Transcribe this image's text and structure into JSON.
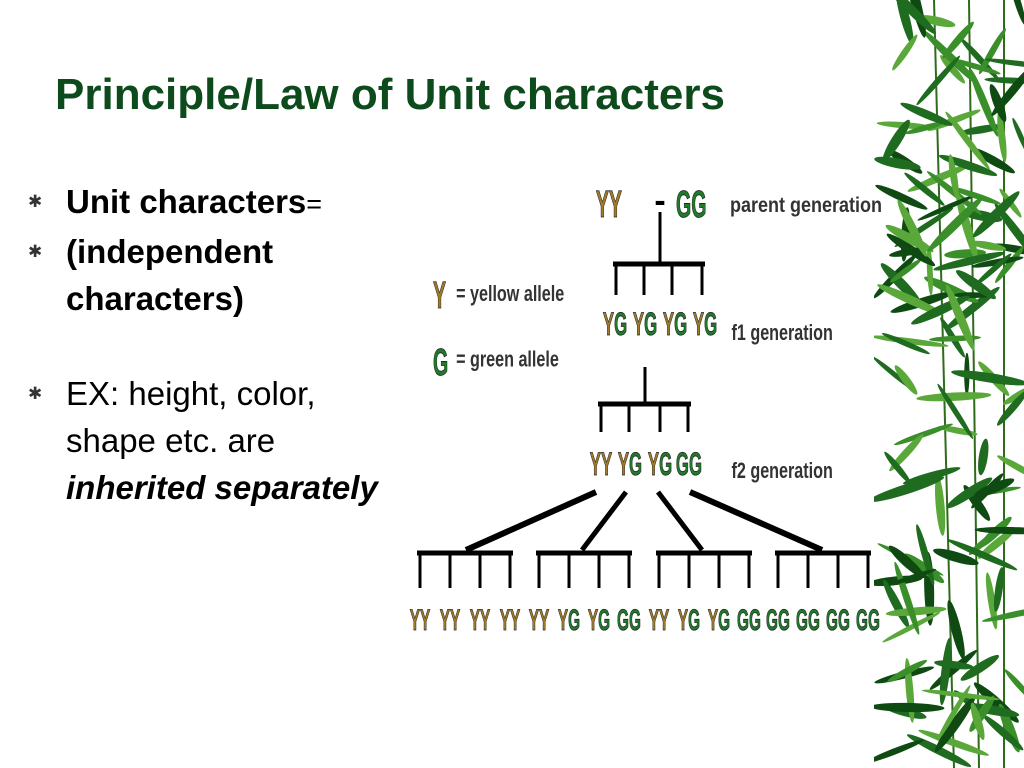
{
  "slide": {
    "title": "Principle/Law of Unit characters",
    "bullets": [
      {
        "label": "Unit characters",
        "suffix": "="
      },
      {
        "label": " (independent characters)"
      },
      {
        "text": " EX: height, color, shape etc. are ",
        "emphasis_1": "inherited",
        "emphasis_2": "separately"
      }
    ],
    "bullet_marker": "✱"
  },
  "diagram": {
    "parent": {
      "left": "YY",
      "dash": "-",
      "right": "GG",
      "label": "parent generation"
    },
    "legend": [
      {
        "letter": "Y",
        "text": "= yellow allele",
        "color": "#a07a2a"
      },
      {
        "letter": "G",
        "text": "= green allele",
        "color": "#1f7a2a"
      }
    ],
    "f1": {
      "offspring": [
        "YG",
        "YG",
        "YG",
        "YG"
      ],
      "label": "f1 generation"
    },
    "f2": {
      "offspring": [
        "YY",
        "YG",
        "YG",
        "GG"
      ],
      "label": "f2 generation"
    },
    "f3_groups": [
      [
        "YY",
        "YY",
        "YY",
        "YY"
      ],
      [
        "YY",
        "YG",
        "YG",
        "GG"
      ],
      [
        "YY",
        "YG",
        "YG",
        "GG"
      ],
      [
        "GG",
        "GG",
        "GG",
        "GG"
      ]
    ],
    "colors": {
      "Y": "#a07a2a",
      "G": "#1f7a2a",
      "label": "#333333",
      "line": "#000000"
    }
  },
  "decoration": {
    "bamboo_colors": [
      "#1f6b1f",
      "#3a8f2a",
      "#5aa83a",
      "#0f4a12"
    ]
  }
}
